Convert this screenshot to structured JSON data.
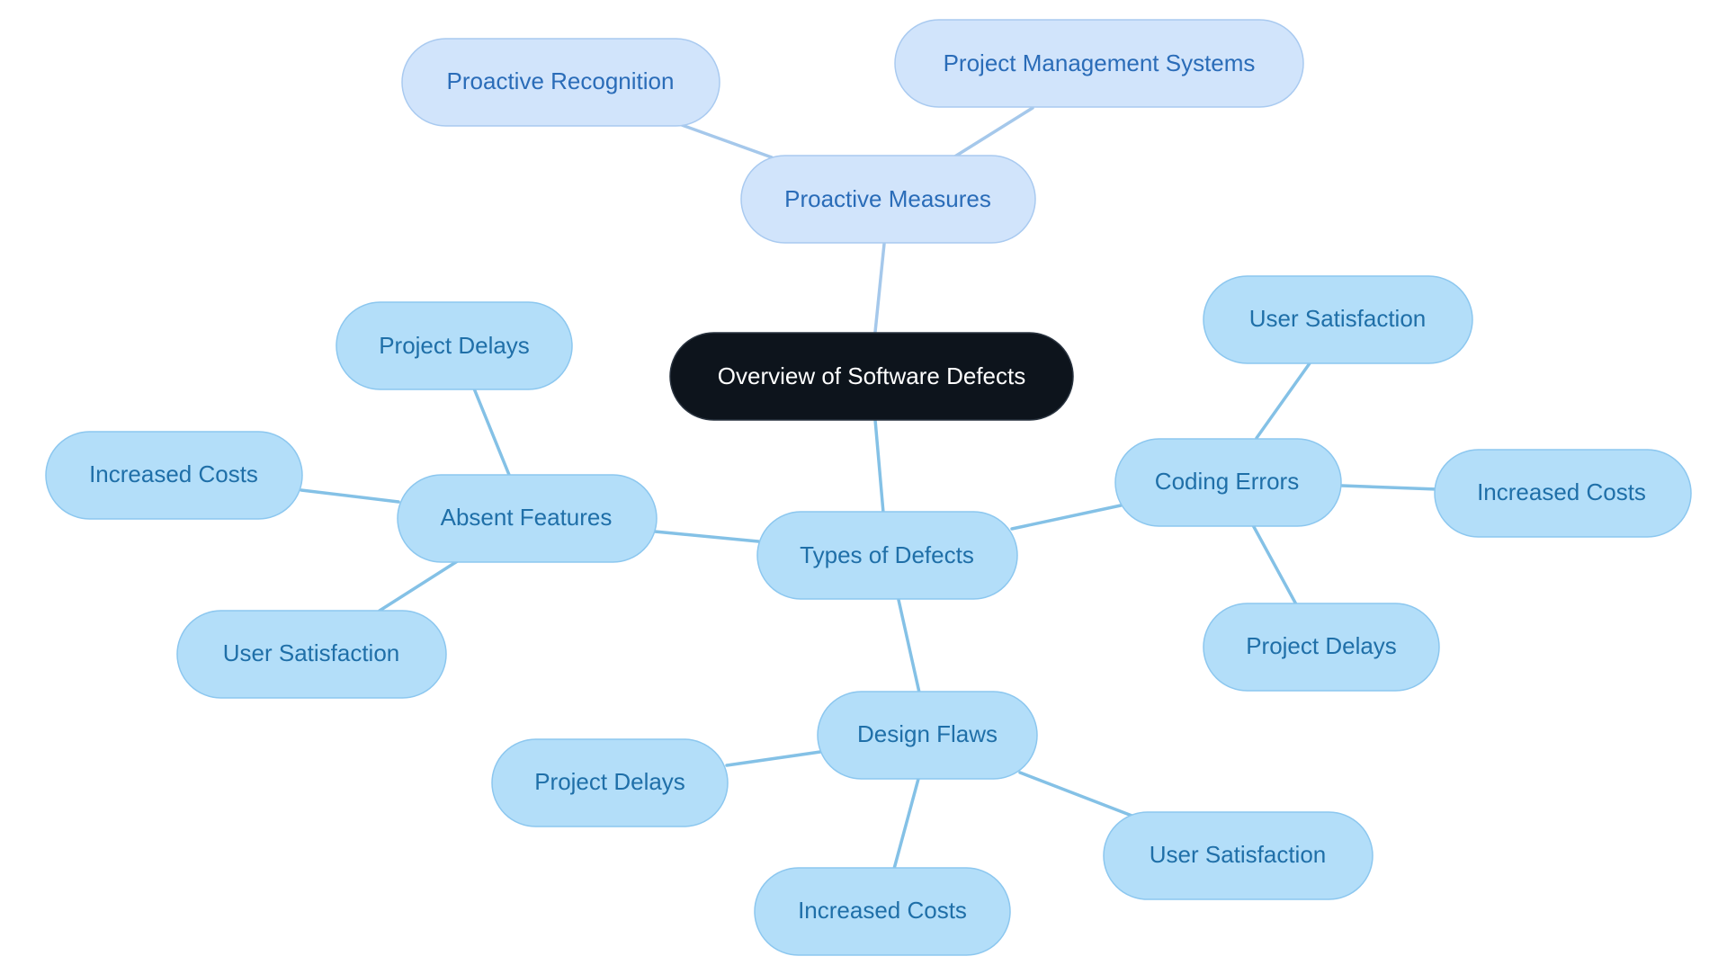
{
  "colors": {
    "root_fill": "#0d141c",
    "root_stroke": "#2a3440",
    "root_text": "#ffffff",
    "blue_fill": "#b3def9",
    "blue_stroke": "#8cc7ef",
    "blue_text": "#1f6fa8",
    "pale_fill": "#d1e4fb",
    "pale_stroke": "#a9caf0",
    "pale_text": "#2a6cb8",
    "edge_blue": "#84c1e6",
    "edge_pale": "#a5c8eb"
  },
  "nodes": {
    "root": "Overview of Software Defects",
    "proactive_measures": "Proactive Measures",
    "proactive_recognition": "Proactive Recognition",
    "project_management_systems": "Project Management Systems",
    "types_of_defects": "Types of Defects",
    "absent_features": "Absent Features",
    "af_project_delays": "Project Delays",
    "af_increased_costs": "Increased Costs",
    "af_user_satisfaction": "User Satisfaction",
    "coding_errors": "Coding Errors",
    "ce_user_satisfaction": "User Satisfaction",
    "ce_increased_costs": "Increased Costs",
    "ce_project_delays": "Project Delays",
    "design_flaws": "Design Flaws",
    "df_project_delays": "Project Delays",
    "df_increased_costs": "Increased Costs",
    "df_user_satisfaction": "User Satisfaction"
  }
}
